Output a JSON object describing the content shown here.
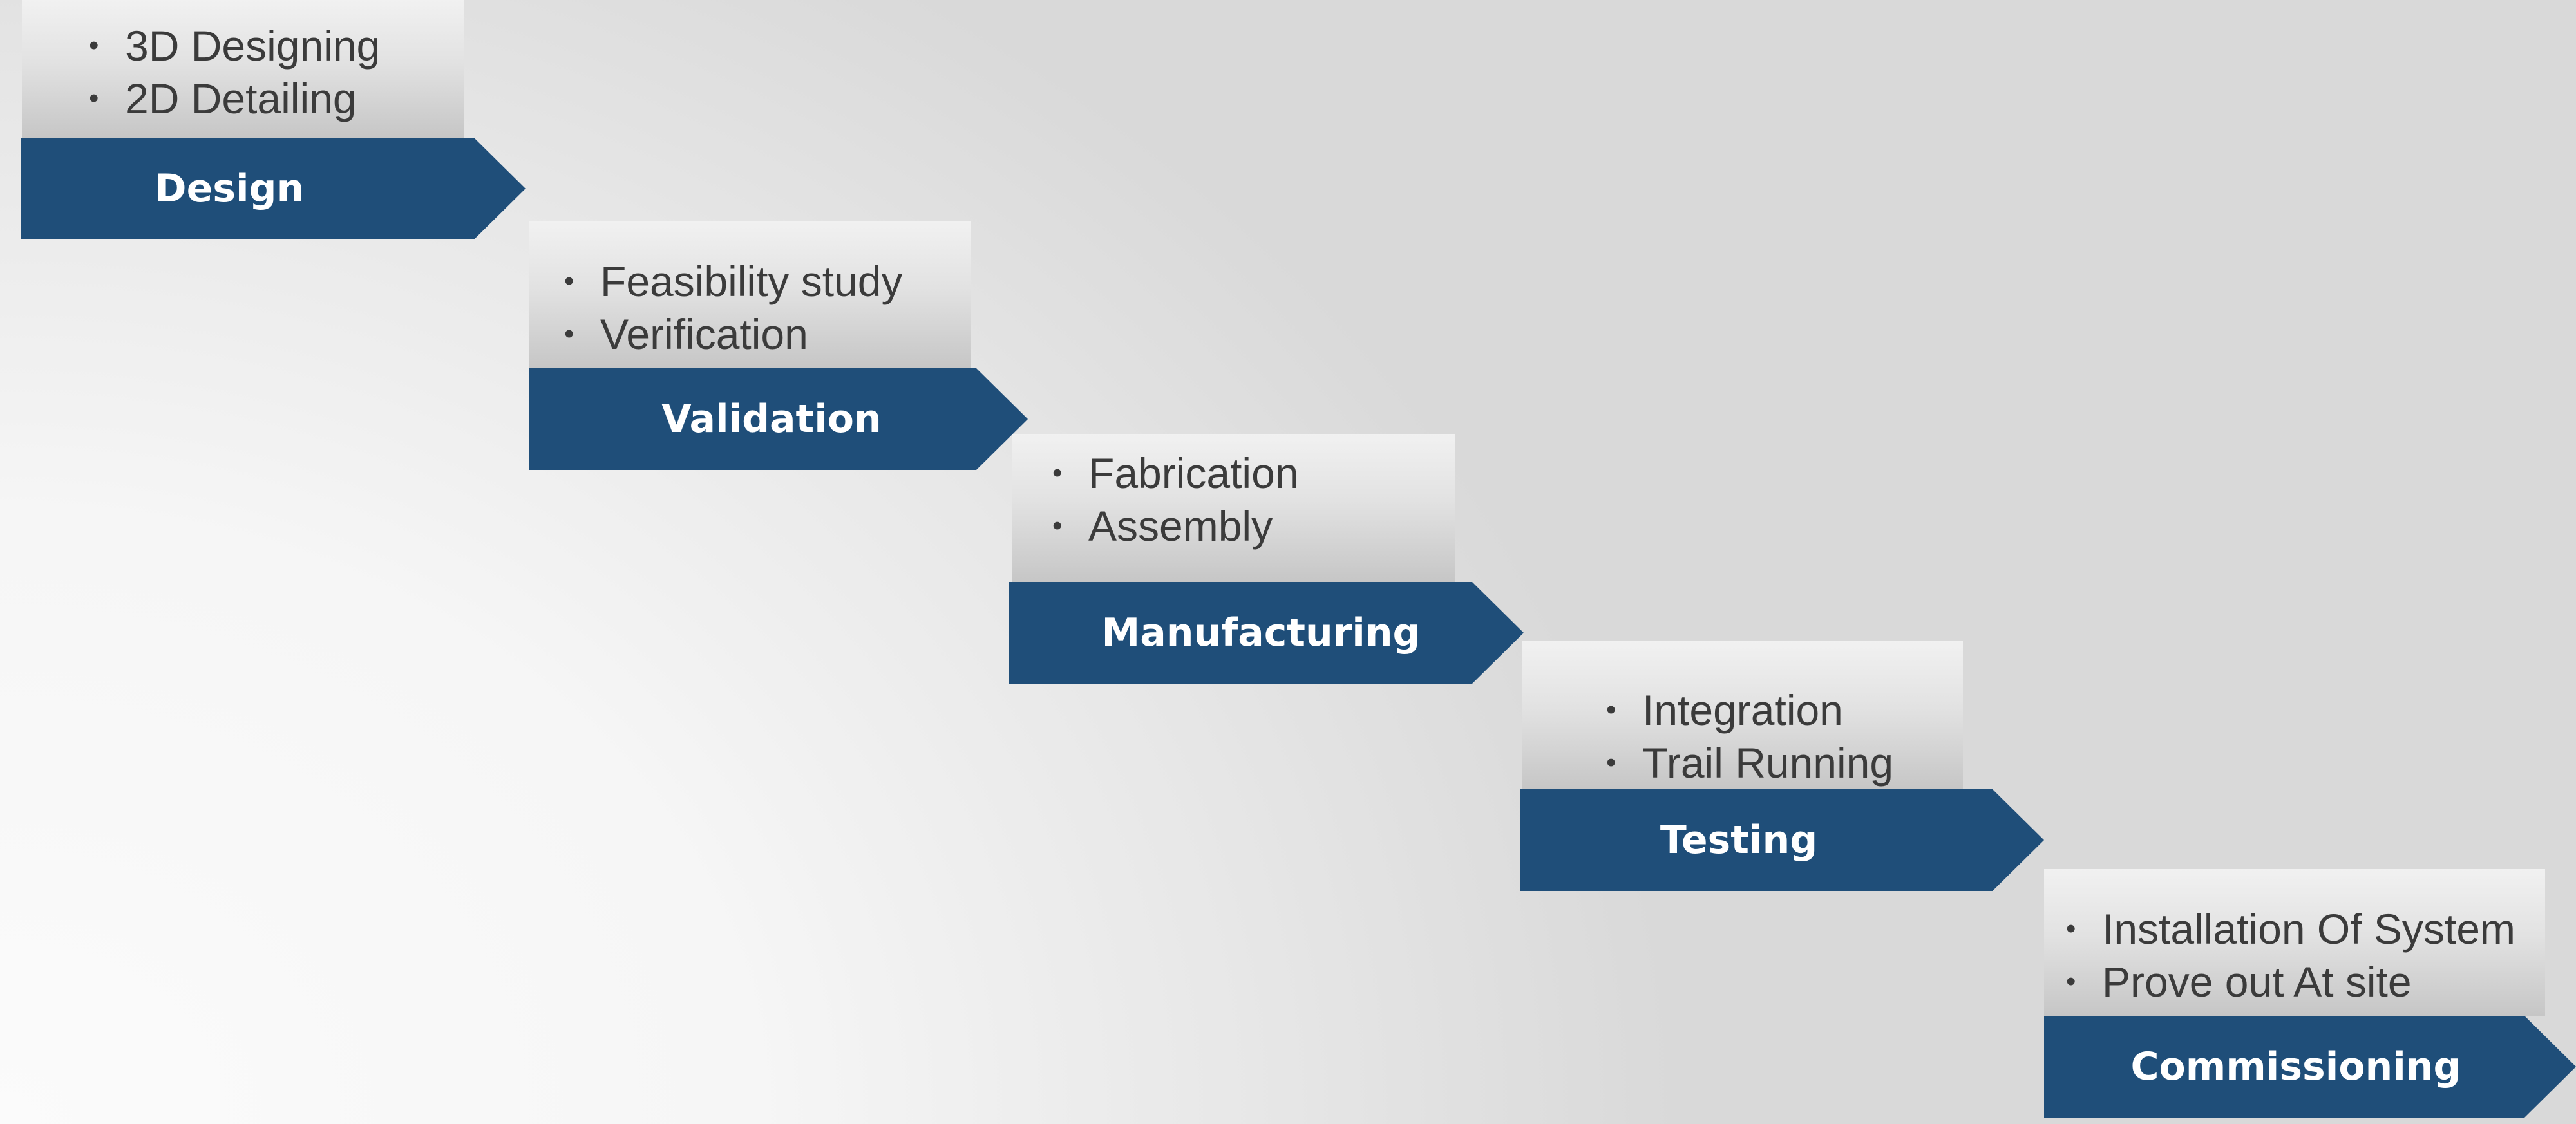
{
  "stages": [
    {
      "title": "Design",
      "items": [
        "3D Designing",
        "2D Detailing"
      ]
    },
    {
      "title": "Validation",
      "items": [
        "Feasibility study",
        "Verification"
      ]
    },
    {
      "title": "Manufacturing",
      "items": [
        "Fabrication",
        "Assembly"
      ]
    },
    {
      "title": "Testing",
      "items": [
        "Integration",
        "Trail Running"
      ]
    },
    {
      "title": "Commissioning",
      "items": [
        "Installation Of System",
        "Prove out At site"
      ]
    }
  ],
  "colors": {
    "arrow": "#1f4e79",
    "arrow_text": "#ffffff",
    "item_text": "#3b3b3b"
  },
  "bullet_glyph": "•"
}
